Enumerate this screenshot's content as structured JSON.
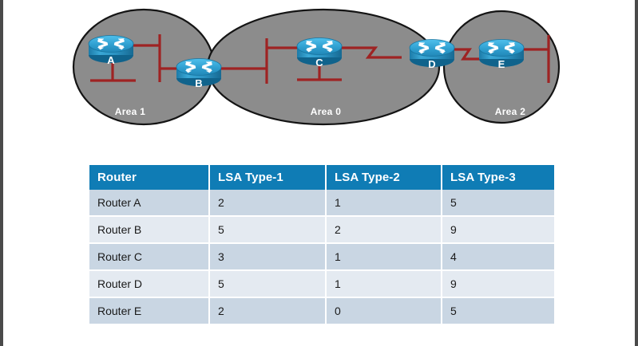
{
  "diagram": {
    "name": "ospf-multi-area-topology",
    "areas": [
      {
        "id": "area1",
        "label": "Area 1"
      },
      {
        "id": "area0",
        "label": "Area 0"
      },
      {
        "id": "area2",
        "label": "Area 2"
      }
    ],
    "routers": [
      {
        "id": "A",
        "label": "A",
        "area": "Area 1"
      },
      {
        "id": "B",
        "label": "B",
        "area": "Area 1 / Area 0"
      },
      {
        "id": "C",
        "label": "C",
        "area": "Area 0"
      },
      {
        "id": "D",
        "label": "D",
        "area": "Area 0 / Area 2"
      },
      {
        "id": "E",
        "label": "E",
        "area": "Area 2"
      }
    ],
    "colors": {
      "area_fill": "#8c8c8c",
      "area_stroke": "#1a1a1a",
      "link": "#a02020",
      "router_body": "#2e95c4",
      "router_top": "#35a9dd",
      "label_text": "#ffffff"
    }
  },
  "table": {
    "name": "lsa-type-count-table",
    "columns": [
      "Router",
      "LSA Type-1",
      "LSA Type-2",
      "LSA Type-3"
    ],
    "rows": [
      {
        "router": "Router A",
        "type1": "2",
        "type2": "1",
        "type3": "5"
      },
      {
        "router": "Router B",
        "type1": "5",
        "type2": "2",
        "type3": "9"
      },
      {
        "router": "Router C",
        "type1": "3",
        "type2": "1",
        "type3": "4"
      },
      {
        "router": "Router D",
        "type1": "5",
        "type2": "1",
        "type3": "9"
      },
      {
        "router": "Router E",
        "type1": "2",
        "type2": "0",
        "type3": "5"
      }
    ],
    "colors": {
      "header_bg": "#0f7cb5",
      "header_text": "#ffffff",
      "row_odd_bg": "#c9d6e3",
      "row_even_bg": "#e4eaf1",
      "cell_text": "#1a1a1a"
    }
  }
}
